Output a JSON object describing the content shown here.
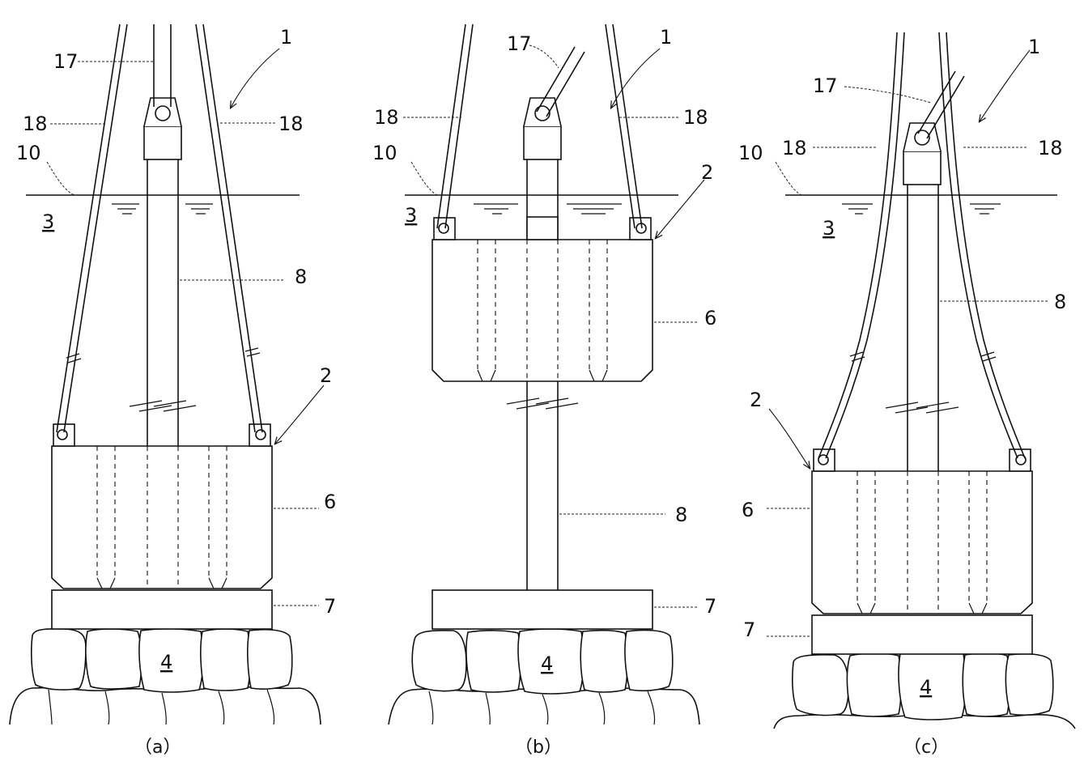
{
  "panels": [
    {
      "id": "a",
      "caption": "（a）",
      "labels": {
        "device": "1",
        "bag_unit": "2",
        "water": "3",
        "rubble_mound": "4",
        "bag": "6",
        "block": "7",
        "shaft": "8",
        "water_surface": "10",
        "wire": "17",
        "sling_left": "18",
        "sling_right": "18"
      }
    },
    {
      "id": "b",
      "caption": "（b）",
      "labels": {
        "device": "1",
        "bag_unit": "2",
        "water": "3",
        "rubble_mound": "4",
        "bag": "6",
        "block": "7",
        "shaft": "8",
        "water_surface": "10",
        "wire": "17",
        "sling_left": "18",
        "sling_right": "18"
      }
    },
    {
      "id": "c",
      "caption": "（c）",
      "labels": {
        "device": "1",
        "bag_unit": "2",
        "water": "3",
        "rubble_mound": "4",
        "bag": "6",
        "block": "7",
        "shaft": "8",
        "water_surface": "10",
        "wire": "17",
        "sling_left": "18",
        "sling_right": "18"
      }
    }
  ]
}
